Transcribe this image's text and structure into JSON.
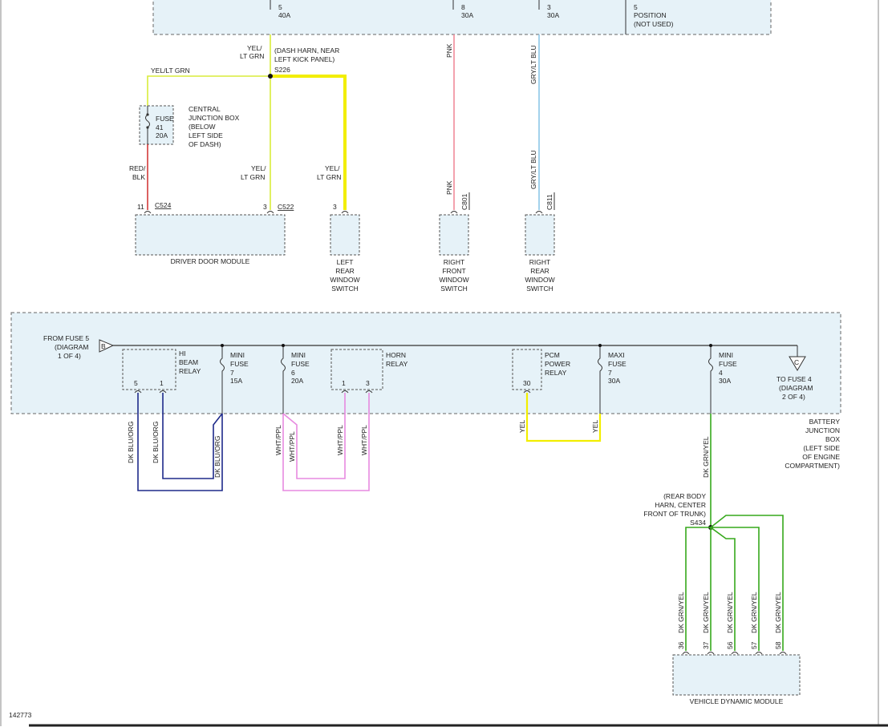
{
  "top_box": {
    "cells": [
      {
        "num": "5",
        "amps": "40A"
      },
      {
        "num": "8",
        "amps": "30A"
      },
      {
        "num": "3",
        "amps": "30A"
      },
      {
        "num": "5",
        "amps": "POSITION",
        "note": "(NOT USED)"
      }
    ]
  },
  "wires_top": {
    "yel_lt_grn_1": "YEL/",
    "yel_lt_grn_2": "LT GRN",
    "yel_lt_grn_h": "YEL/LT GRN",
    "red_blk_1": "RED/",
    "red_blk_2": "BLK",
    "pnk": "PNK",
    "gry_lt_blu": "GRY/LT BLU"
  },
  "splice_s226": {
    "name": "S226",
    "note_lines": [
      "(DASH HARN, NEAR",
      "LEFT KICK PANEL)"
    ]
  },
  "central_jb": {
    "fuse_lines": [
      "FUSE",
      "41",
      "20A"
    ],
    "label_lines": [
      "CENTRAL",
      "JUNCTION BOX",
      "(BELOW",
      "LEFT SIDE",
      "OF DASH)"
    ]
  },
  "connectors": {
    "c524": {
      "pin": "11",
      "name": "C524"
    },
    "c522": {
      "pin": "3",
      "name": "C522"
    },
    "lrws_pin": "3",
    "c801": "C801",
    "c811": "C811"
  },
  "modules_top": {
    "driver_door": "DRIVER DOOR MODULE",
    "left_rear": [
      "LEFT",
      "REAR",
      "WINDOW",
      "SWITCH"
    ],
    "right_front": [
      "RIGHT",
      "FRONT",
      "WINDOW",
      "SWITCH"
    ],
    "right_rear": [
      "RIGHT",
      "REAR",
      "WINDOW",
      "SWITCH"
    ]
  },
  "battery_jb": {
    "from_fuse": [
      "FROM FUSE 5",
      "(DIAGRAM",
      "1 OF 4)"
    ],
    "connector_b": "B",
    "connector_c": "C",
    "to_fuse": [
      "TO FUSE 4",
      "(DIAGRAM",
      "2 OF 4)"
    ],
    "hi_beam": [
      "HI",
      "BEAM",
      "RELAY"
    ],
    "hi_beam_pins": [
      "5",
      "1"
    ],
    "mini7": [
      "MINI",
      "FUSE",
      "7",
      "15A"
    ],
    "mini6": [
      "MINI",
      "FUSE",
      "6",
      "20A"
    ],
    "horn": [
      "HORN",
      "RELAY"
    ],
    "horn_pins": [
      "1",
      "3"
    ],
    "pcm": [
      "PCM",
      "POWER",
      "RELAY"
    ],
    "pcm_pin": "30",
    "maxi7": [
      "MAXI",
      "FUSE",
      "7",
      "30A"
    ],
    "mini4": [
      "MINI",
      "FUSE",
      "4",
      "30A"
    ],
    "label": [
      "BATTERY",
      "JUNCTION",
      "BOX",
      "(LEFT SIDE",
      "OF ENGINE",
      "COMPARTMENT)"
    ]
  },
  "wires_bottom": {
    "dk_blu_org": "DK BLU/ORG",
    "wht_ppl": "WHT/PPL",
    "yel": "YEL",
    "dk_grn_yel": "DK GRN/YEL"
  },
  "splice_s434": {
    "name": "S434",
    "note_lines": [
      "(REAR BODY",
      "HARN, CENTER",
      "FRONT OF TRUNK)"
    ]
  },
  "vdm": {
    "name": "VEHICLE DYNAMIC MODULE",
    "pins": [
      "36",
      "37",
      "56",
      "57",
      "58"
    ]
  },
  "figure_id": "142773",
  "colors": {
    "yel_lt_grn": "#d8ec3a",
    "yel": "#f2ee00",
    "red": "#d23a3a",
    "pnk": "#f08a9a",
    "lt_blu": "#8cc6e8",
    "dk_blu": "#1e2a8a",
    "ppl": "#e78ae0",
    "grn": "#36a81c"
  }
}
